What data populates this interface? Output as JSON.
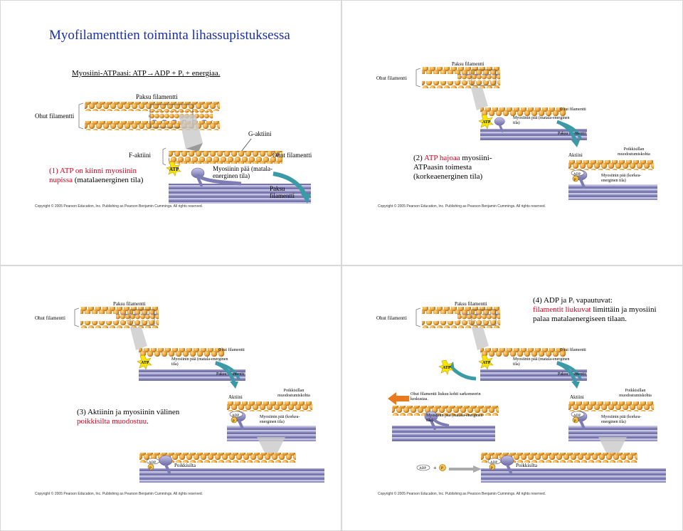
{
  "slide1": {
    "title": "Myofilamenttien toiminta lihassupistuksessa",
    "formula": "Myosiini-ATPaasi: ATP→ADP + Pᵢ + energiaa.",
    "labels": {
      "paksu_filamentti": "Paksu filamentti",
      "ohut_filamentti": "Ohut filamentti",
      "g_aktiini": "G-aktiini",
      "f_aktiini": "F-aktiini",
      "myosiinin_paa": "Myosiinin pää (matala-energinen tila)",
      "ohut_filamentti_2": "Ohut filamentti",
      "paksu_filamentti_2": "Paksu filamentti",
      "atp": "ATP"
    },
    "caption_red": "(1) ATP on kiinni myosiinin nupissa",
    "caption_black": "(matalaenerginen tila)",
    "copyright": "Copyright © 2005 Pearson Education, Inc. Publishing as Pearson Benjamin Cummings. All rights reserved."
  },
  "slide2": {
    "labels": {
      "ohut_filamentti": "Ohut filamentti",
      "paksu_filamentti": "Paksu filamentti",
      "myosiinin_paa": "Myosiinin pää (matala-energinen tila)",
      "ohut_filamentti_2": "Ohut filamentti",
      "paksu_filamentti_2": "Paksu filamentti",
      "aktiini": "Aktiini",
      "poikkisillan": "Poikkisillan muodostumiskohta",
      "myosiinin_paa_korkea": "Myosiinin pää (korkea-energinen tila)",
      "atp": "ATP",
      "adp": "ADP",
      "p": "P"
    },
    "caption_prefix": "(2) ",
    "caption_red": "ATP hajoaa",
    "caption_black": " myosiini-ATPaasin toimesta (korkeaenerginen tila)",
    "copyright": "Copyright © 2005 Pearson Education, Inc. Publishing as Pearson Benjamin Cummings. All rights reserved."
  },
  "slide3": {
    "labels": {
      "ohut_filamentti": "Ohut filamentti",
      "paksu_filamentti": "Paksu filamentti",
      "myosiinin_paa": "Myosiinin pää (matala-energinen tila)",
      "ohut_filamentti_2": "Ohut filamentti",
      "paksu_filamentti_2": "Paksu filamentti",
      "aktiini": "Aktiini",
      "poikkisillan": "Poikkisillan muodostumiskohta",
      "myosiinin_paa_korkea": "Myosiinin pää (korkea-energinen tila)",
      "poikkisilta": "Poikkisilta",
      "atp": "ATP",
      "adp": "ADP",
      "p": "P"
    },
    "caption_black": "(3) Aktiinin ja myosiinin välinen ",
    "caption_red": "poikkisilta muodostuu",
    "caption_end": ".",
    "copyright": "Copyright © 2005 Pearson Education, Inc. Publishing as Pearson Benjamin Cummings. All rights reserved."
  },
  "slide4": {
    "labels": {
      "ohut_filamentti": "Ohut filamentti",
      "paksu_filamentti": "Paksu filamentti",
      "myosiinin_paa": "Myosiinin pää (matala-energinen tila)",
      "ohut_filamentti_2": "Ohut filamentti",
      "paksu_filamentti_2": "Paksu filamentti",
      "aktiini": "Aktiini",
      "poikkisillan": "Poikkisillan muodostumiskohta",
      "myosiinin_paa_korkea": "Myosiinin pää (korkea-energinen tila)",
      "liukuu": "Ohut filamentti liukuu kohti sarkomeerin keskustaa.",
      "myosiinin_paa_matala2": "Myosiinin pää (matala-energinen tila)",
      "poikkisilta": "Poikkisilta",
      "atp": "ATP",
      "adp": "ADP",
      "p": "P",
      "plus": "+"
    },
    "caption_line1": "(4) ADP ja Pᵢ vapautuvat:",
    "caption_red": "filamentit liukuvat",
    "caption_black": " limittäin ja myosiini palaa matalaenergiseen tilaan.",
    "copyright": "Copyright © 2005 Pearson Education, Inc. Publishing as Pearson Benjamin Cummings. All rights reserved."
  },
  "colors": {
    "actin": "#e8a23a",
    "actin_dark": "#b86f12",
    "myosin": "#9a98c8",
    "myosin_dark": "#5e5c98",
    "atp_star": "#f6e600",
    "caption_red": "#d9001e",
    "title_blue": "#1a2fb0",
    "arrow_teal": "#3a9aa6",
    "arrow_orange": "#e8791e"
  }
}
